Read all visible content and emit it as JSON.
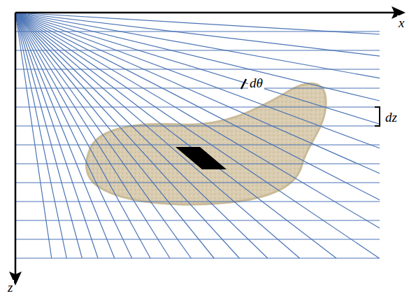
{
  "diagram": {
    "labels": [
      "x",
      "dθ",
      "dz",
      "z"
    ]
  }
}
